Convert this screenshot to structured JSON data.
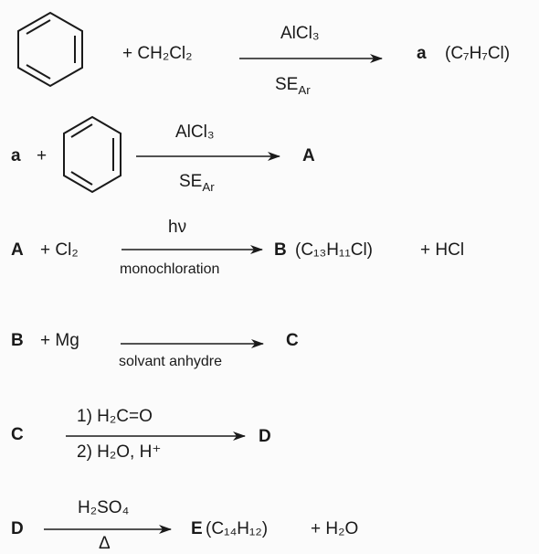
{
  "reaction1": {
    "plus_reagent": "+ CH₂Cl₂",
    "catalyst": "AlCl₃",
    "condition": "SE",
    "condition_sub": "Ar",
    "product_label": "a",
    "product_formula": "(C₇H₇Cl)"
  },
  "reaction2": {
    "reactant": "a",
    "plus": "+",
    "catalyst": "AlCl₃",
    "condition": "SE",
    "condition_sub": "Ar",
    "product": "A"
  },
  "reaction3": {
    "reactant": "A",
    "plus_reagent": "+ Cl₂",
    "above": "hν",
    "below": "monochloration",
    "product": "B",
    "product_formula": "(C₁₃H₁₁Cl)",
    "byproduct": "+ HCl"
  },
  "reaction4": {
    "reactant": "B",
    "plus_reagent": "+ Mg",
    "below": "solvant anhydre",
    "product": "C"
  },
  "reaction5": {
    "reactant": "C",
    "step1": "1)  H₂C=O",
    "step2": "2)  H₂O, H⁺",
    "product": "D"
  },
  "reaction6": {
    "reactant": "D",
    "above": "H₂SO₄",
    "below": "Δ",
    "product": "E",
    "product_formula": "(C₁₄H₁₂)",
    "byproduct": "+ H₂O"
  }
}
